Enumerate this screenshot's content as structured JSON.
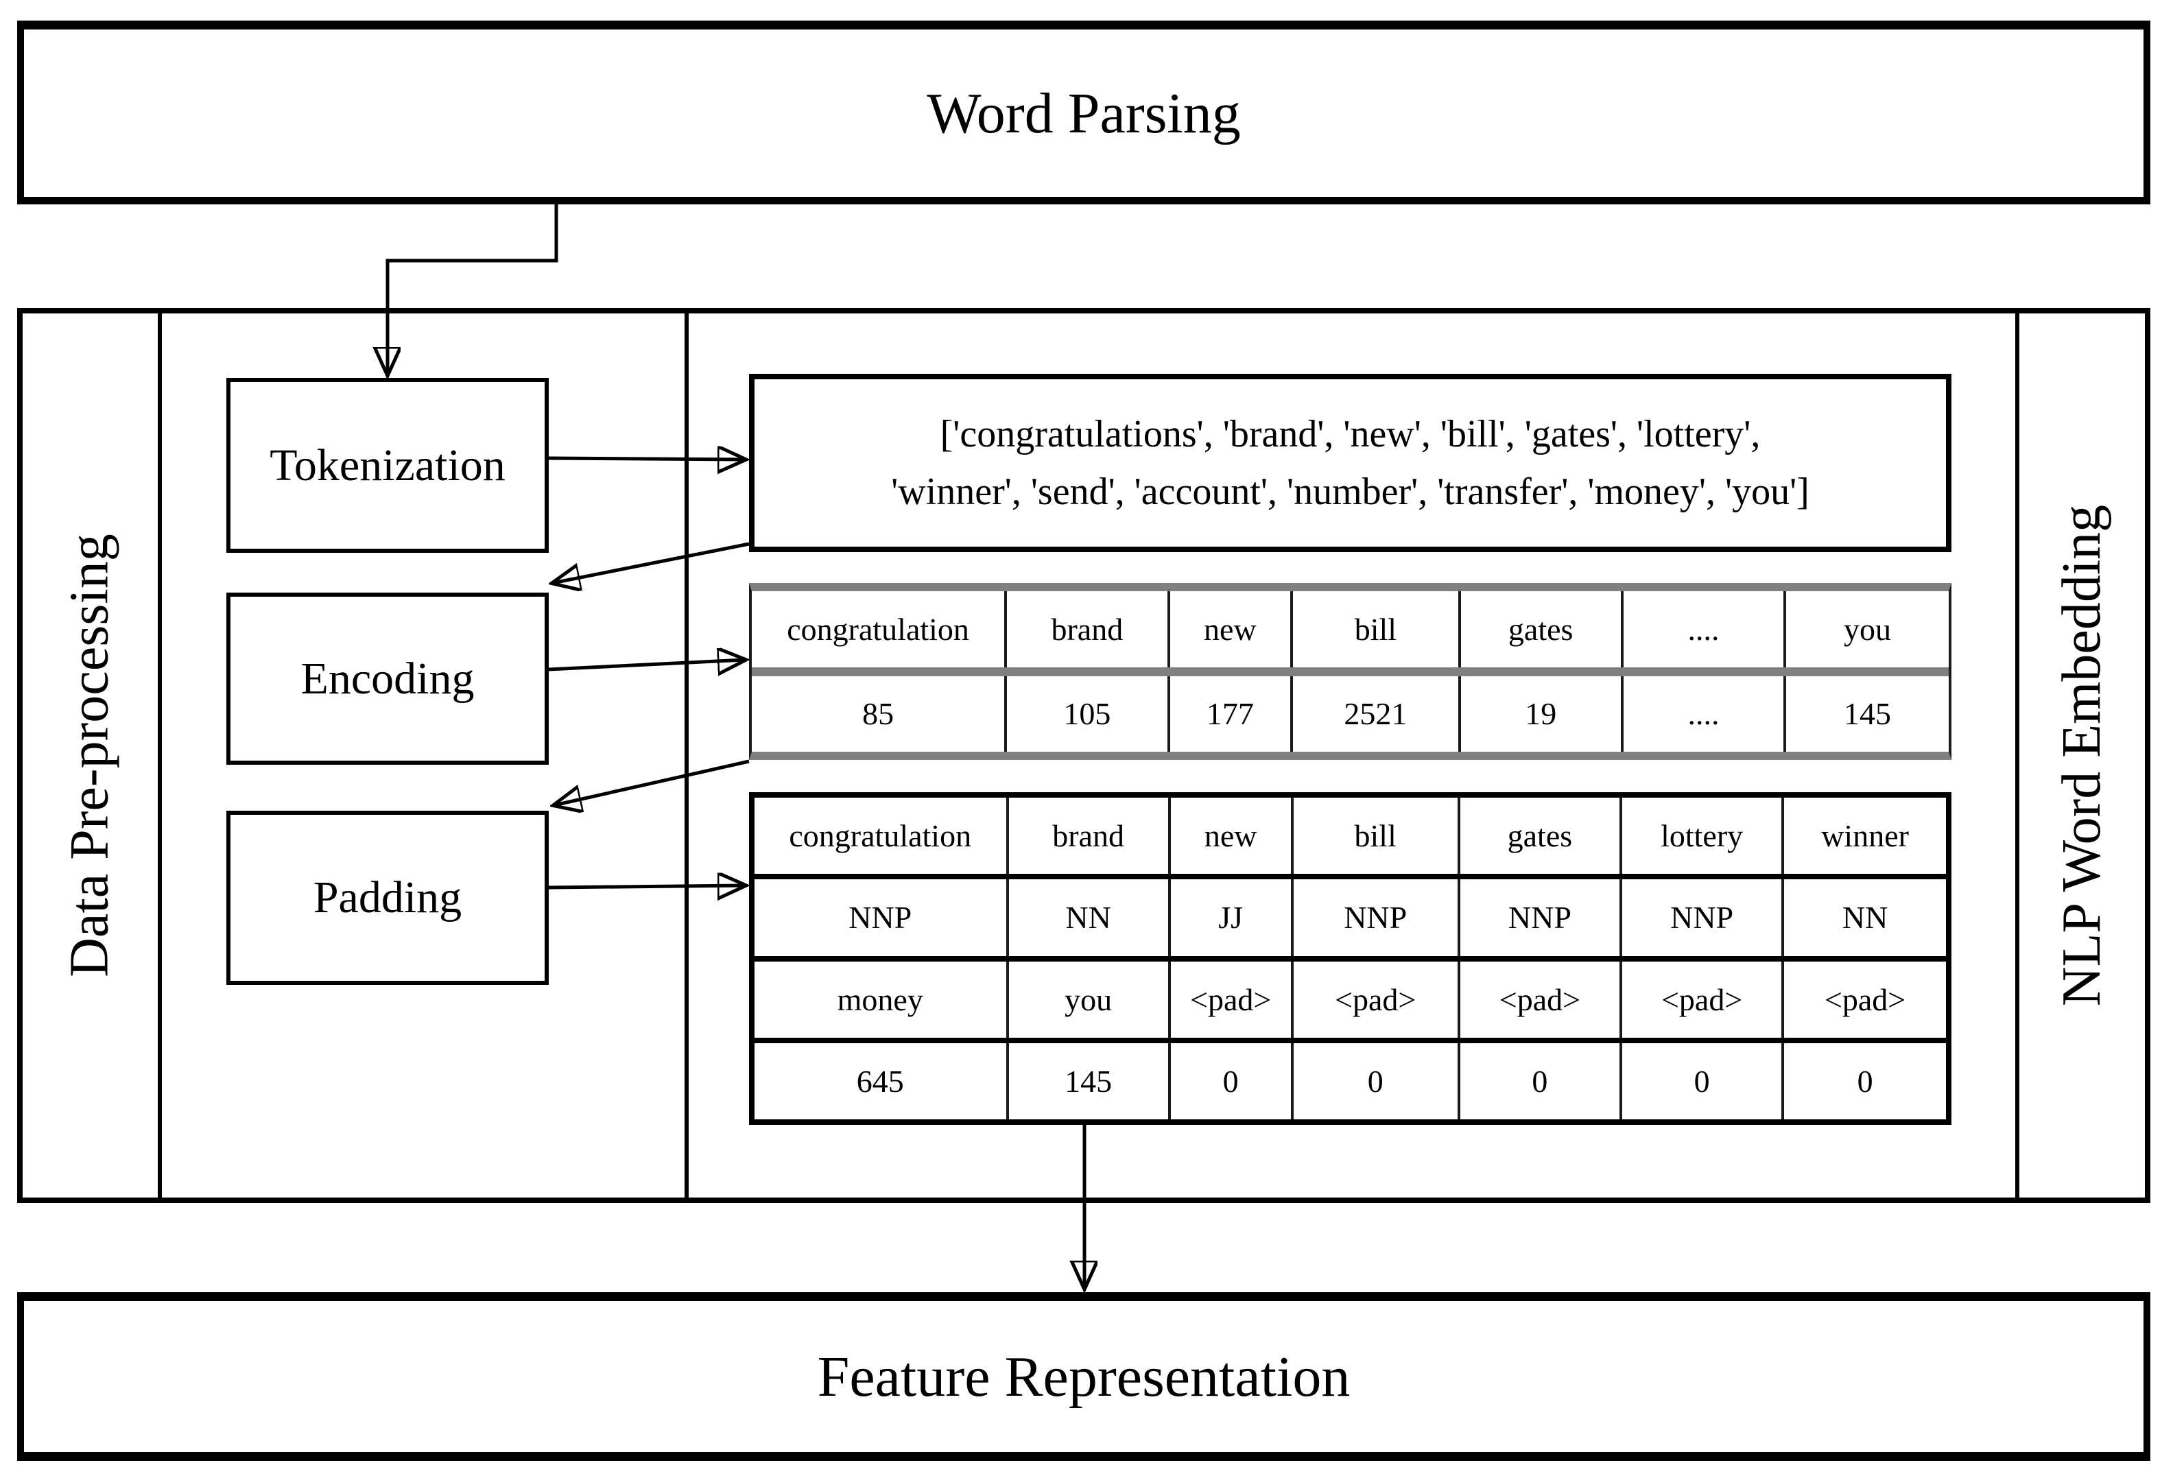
{
  "top_box": {
    "label": "Word Parsing"
  },
  "bottom_box": {
    "label": "Feature Representation"
  },
  "left_strip": {
    "label": "Data Pre-processing"
  },
  "right_strip": {
    "label": "NLP Word Embedding"
  },
  "process_boxes": {
    "tokenization": "Tokenization",
    "encoding": "Encoding",
    "padding": "Padding"
  },
  "token_list": {
    "line1": "['congratulations', 'brand', 'new', 'bill', 'gates', 'lottery',",
    "line2": "'winner', 'send', 'account', 'number', 'transfer', 'money', 'you']"
  },
  "encoding_table": {
    "rows": [
      [
        "congratulation",
        "brand",
        "new",
        "bill",
        "gates",
        "....",
        "you"
      ],
      [
        "85",
        "105",
        "177",
        "2521",
        "19",
        "....",
        "145"
      ]
    ]
  },
  "padding_table": {
    "rows": [
      [
        "congratulation",
        "brand",
        "new",
        "bill",
        "gates",
        "lottery",
        "winner"
      ],
      [
        "NNP",
        "NN",
        "JJ",
        "NNP",
        "NNP",
        "NNP",
        "NN"
      ],
      [
        "money",
        "you",
        "<pad>",
        "<pad>",
        "<pad>",
        "<pad>",
        "<pad>"
      ],
      [
        "645",
        "145",
        "0",
        "0",
        "0",
        "0",
        "0"
      ]
    ]
  },
  "colors": {
    "line": "#000000",
    "table_gray": "#808080",
    "background": "#ffffff"
  }
}
